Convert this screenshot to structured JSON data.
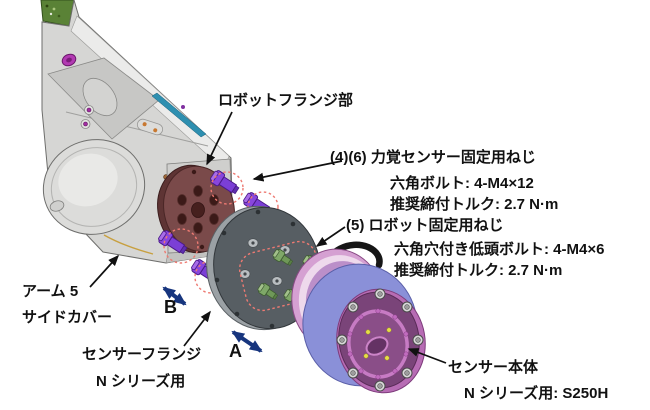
{
  "callouts": {
    "robot_flange": {
      "text": "ロボットフランジ部"
    },
    "force_sensor_screws": {
      "title": "(4)(6) 力覚センサー固定用ねじ",
      "spec": "六角ボルト: 4-M4×12",
      "torque": "推奨締付トルク: 2.7 N·m"
    },
    "robot_fixing_screws": {
      "title": "(5) ロボット固定用ねじ",
      "spec": "六角穴付き低頭ボルト: 4-M4×6",
      "torque": "推奨締付トルク: 2.7 N·m"
    },
    "arm5_side_cover": {
      "line1": "アーム 5",
      "line2": "サイドカバー"
    },
    "sensor_flange": {
      "line1": "センサーフランジ",
      "line2": "N シリーズ用"
    },
    "sensor_body": {
      "line1": "センサー本体",
      "line2": "N シリーズ用: S250H"
    }
  },
  "directions": {
    "a": "A",
    "b": "B"
  },
  "colors": {
    "highlight_dashed": "#ee7a72",
    "direction_arrow": "#17357e",
    "leader_arrow": "#111111",
    "purple_bolt": "#7b3fd6",
    "green_bolt": "#7fa868",
    "robot_flange": "#7a4a4a",
    "sensor_flange": "#575e63",
    "sensor_body": "#8a90d8",
    "sensor_face": "#7a4479",
    "sensor_ring_pink": "#c77bc4",
    "arm_gray": "#d6d6d4",
    "accent_teal": "#2e8fb0"
  }
}
